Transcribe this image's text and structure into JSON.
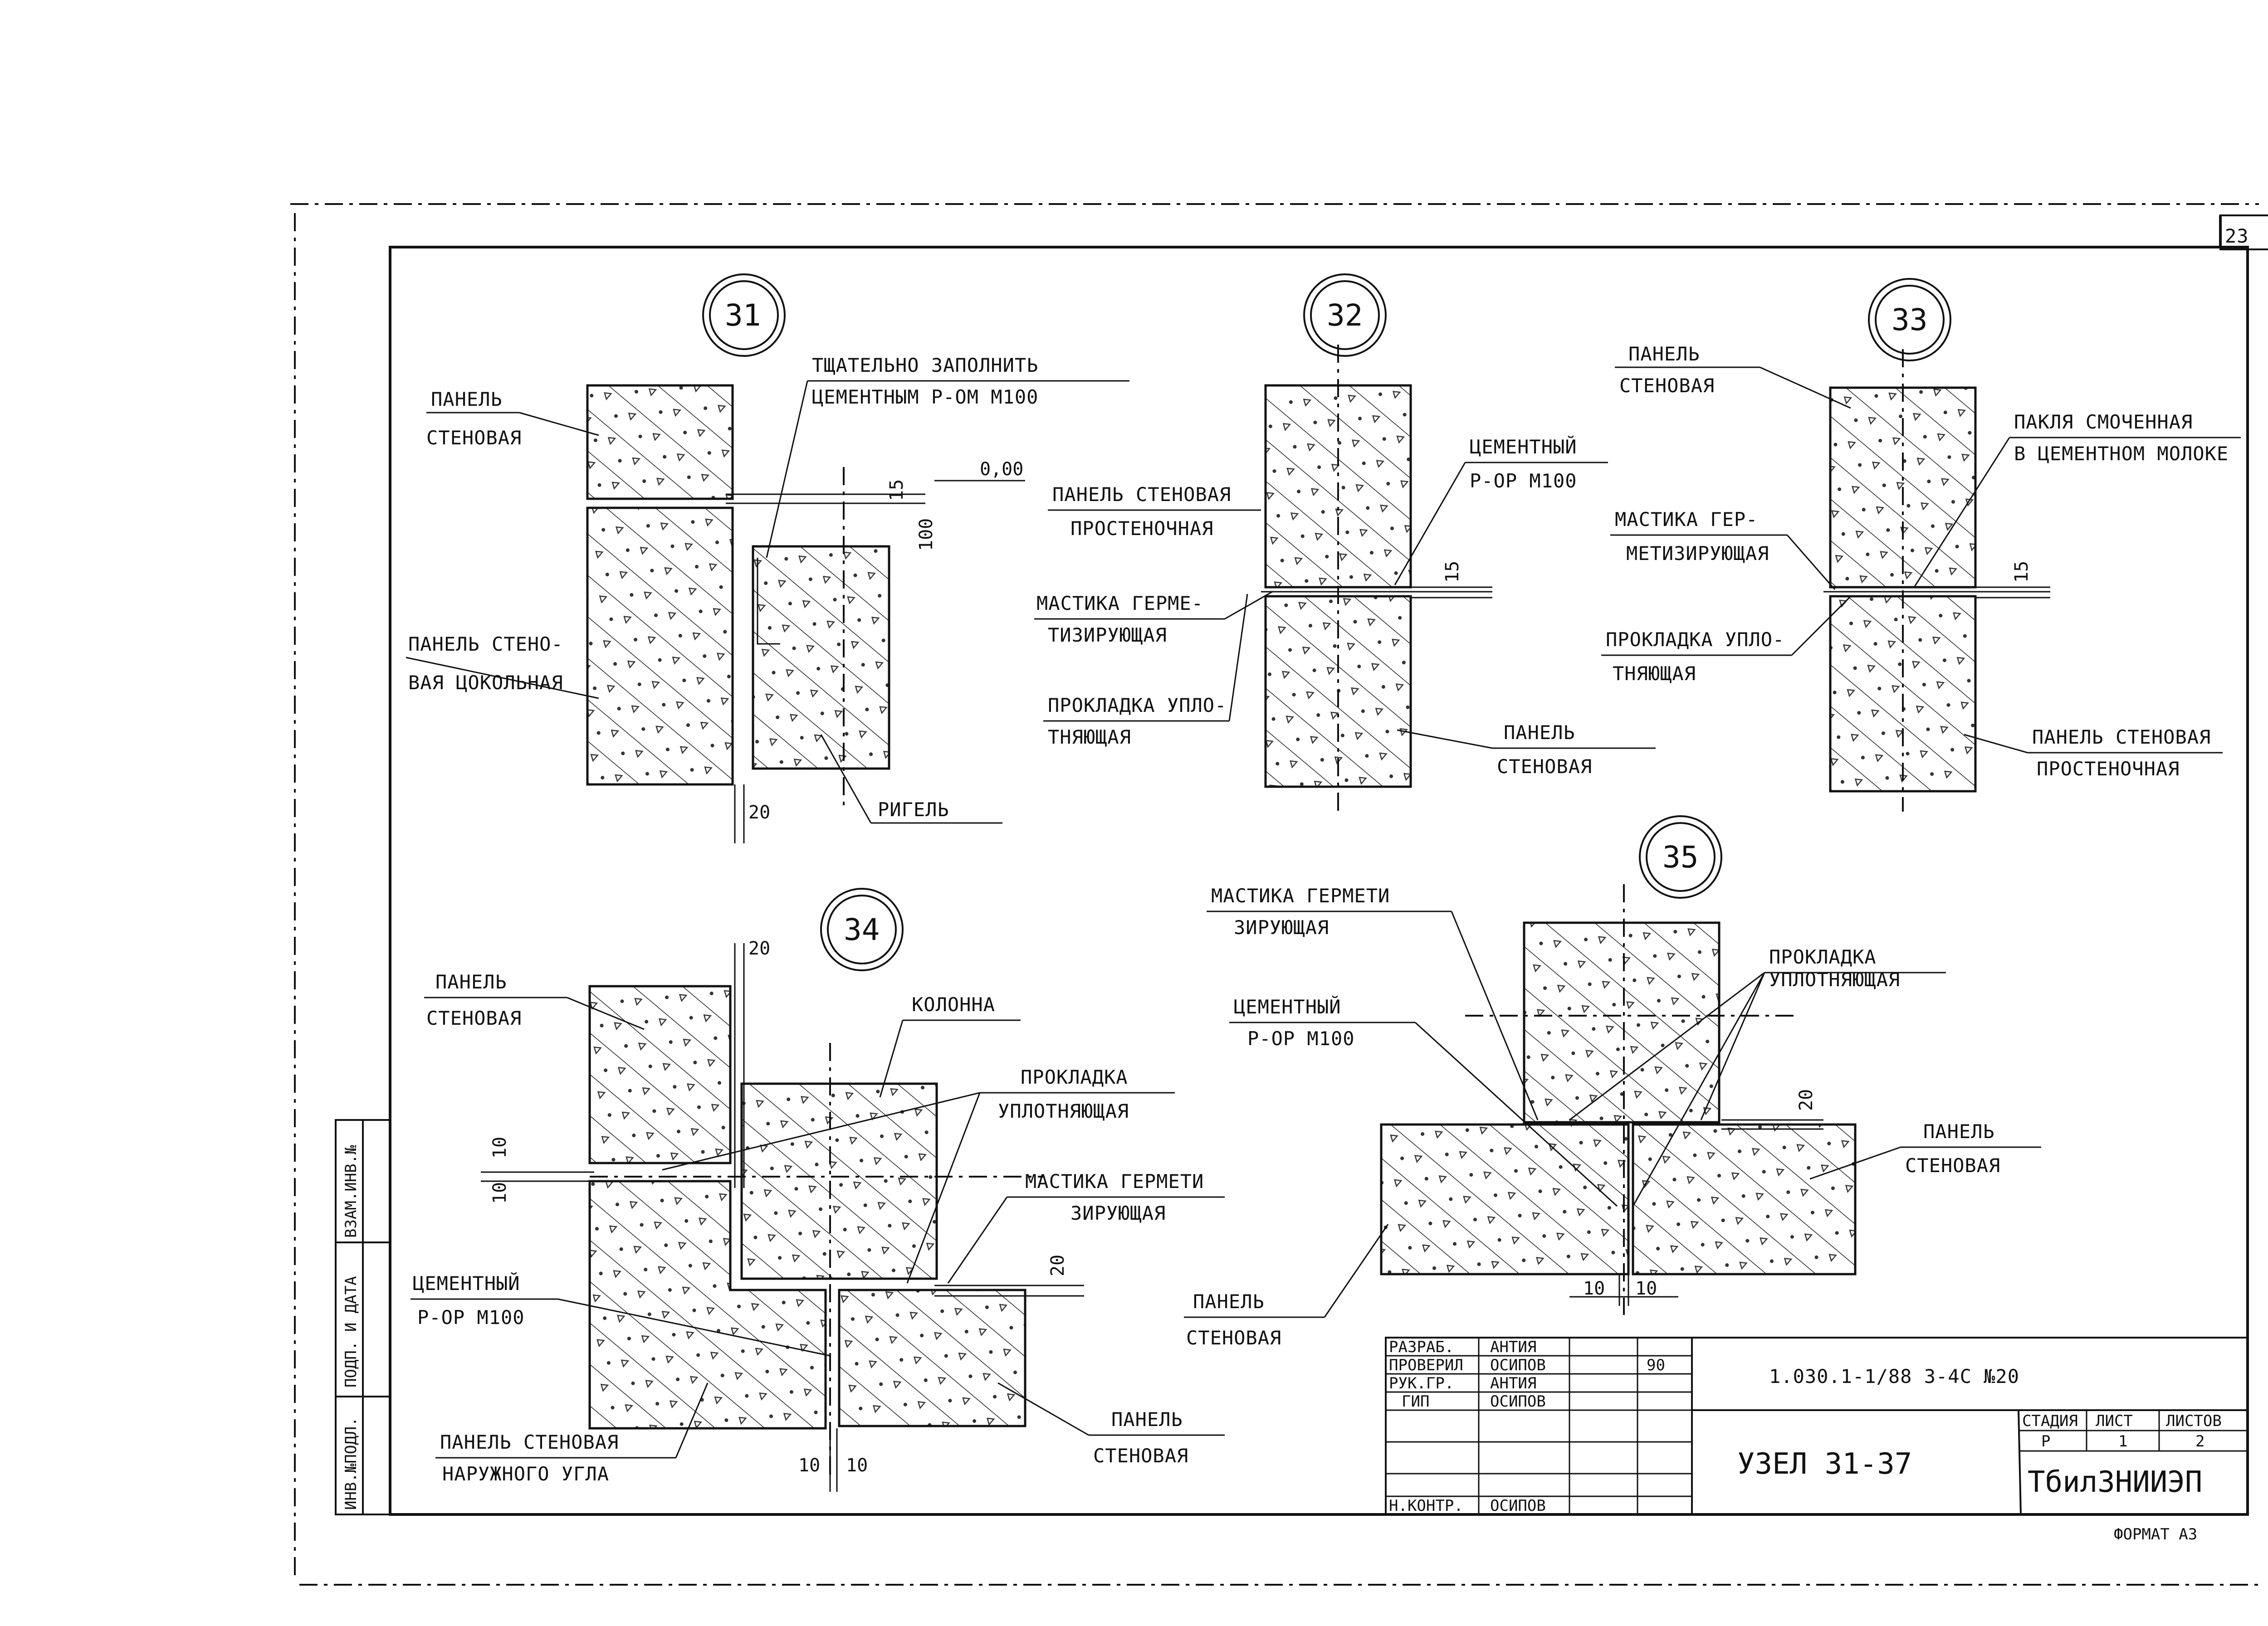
{
  "sheet": {
    "page_number": "23",
    "format": "ФОРМАТ А3",
    "side_stamp": [
      "ИНВ.№ПОДЛ.",
      "ПОДП. И ДАТА",
      "ВЗАМ.ИНВ.№"
    ]
  },
  "nodes": {
    "n31": {
      "number": "31",
      "labels": {
        "panel": [
          "ПАНЕЛЬ",
          "СТЕНОВАЯ"
        ],
        "fill_note": [
          "ТЩАТЕЛЬНО ЗАПОЛНИТЬ",
          "ЦЕМЕНТНЫМ Р-ОМ М100"
        ],
        "plinth_panel": [
          "ПАНЕЛЬ СТЕНО-",
          "ВАЯ ЦОКОЛЬНАЯ"
        ],
        "beam": "РИГЕЛЬ"
      },
      "dims": {
        "d15": "15",
        "d000": "0,00",
        "d100": "100",
        "d20": "20"
      }
    },
    "n32": {
      "number": "32",
      "labels": {
        "pier_panel": [
          "ПАНЕЛЬ СТЕНОВАЯ",
          "ПРОСТЕНОЧНАЯ"
        ],
        "mortar": [
          "ЦЕМЕНТНЫЙ",
          "Р-ОР М100"
        ],
        "mastic": [
          "МАСТИКА ГЕРМЕ-",
          "ТИЗИРУЮЩАЯ"
        ],
        "gasket": [
          "ПРОКЛАДКА УПЛО-",
          "ТНЯЮЩАЯ"
        ],
        "panel": [
          "ПАНЕЛЬ",
          "СТЕНОВАЯ"
        ]
      },
      "dims": {
        "d15": "15"
      }
    },
    "n33": {
      "number": "33",
      "labels": {
        "panel": [
          "ПАНЕЛЬ",
          "СТЕНОВАЯ"
        ],
        "tow": [
          "ПАКЛЯ СМОЧЕННАЯ",
          "В ЦЕМЕНТНОМ МОЛОКЕ"
        ],
        "mastic": [
          "МАСТИКА ГЕР-",
          "МЕТИЗИРУЮЩАЯ"
        ],
        "gasket": [
          "ПРОКЛАДКА УПЛО-",
          "ТНЯЮЩАЯ"
        ],
        "pier_panel": [
          "ПАНЕЛЬ СТЕНОВАЯ",
          "ПРОСТЕНОЧНАЯ"
        ]
      },
      "dims": {
        "d15": "15"
      }
    },
    "n34": {
      "number": "34",
      "labels": {
        "panel": [
          "ПАНЕЛЬ",
          "СТЕНОВАЯ"
        ],
        "column": "КОЛОННА",
        "gasket": [
          "ПРОКЛАДКА",
          "УПЛОТНЯЮЩАЯ"
        ],
        "mastic": [
          "МАСТИКА ГЕРМЕТИ",
          "ЗИРУЮЩАЯ"
        ],
        "mortar": [
          "ЦЕМЕНТНЫЙ",
          "Р-ОР М100"
        ],
        "corner_panel": [
          "ПАНЕЛЬ СТЕНОВАЯ",
          "НАРУЖНОГО УГЛА"
        ],
        "panel2": [
          "ПАНЕЛЬ",
          "СТЕНОВАЯ"
        ]
      },
      "dims": {
        "d20a": "20",
        "d10a": "10",
        "d10b": "10",
        "d20b": "20",
        "d10c": "10",
        "d10d": "10"
      }
    },
    "n35": {
      "number": "35",
      "labels": {
        "mastic": [
          "МАСТИКА ГЕРМЕТИ",
          "ЗИРУЮЩАЯ"
        ],
        "gasket": [
          "ПРОКЛАДКА",
          "УПЛОТНЯЮЩАЯ"
        ],
        "mortar": [
          "ЦЕМЕНТНЫЙ",
          "Р-ОР М100"
        ],
        "panel_r": [
          "ПАНЕЛЬ",
          "СТЕНОВАЯ"
        ],
        "panel_l": [
          "ПАНЕЛЬ",
          "СТЕНОВАЯ"
        ]
      },
      "dims": {
        "d20": "20",
        "d10a": "10",
        "d10b": "10"
      }
    }
  },
  "title_block": {
    "code": "1.030.1-1/88  3-4С №20",
    "title": "УЗЕЛ 31-37",
    "org": "ТбилЗНИИЭП",
    "rows": [
      {
        "role": "РАЗРАБ.",
        "name": "АНТИЯ"
      },
      {
        "role": "ПРОВЕРИЛ",
        "name": "ОСИПОВ"
      },
      {
        "role": "РУК.ГР.",
        "name": "АНТИЯ"
      },
      {
        "role": "ГИП",
        "name": "ОСИПОВ"
      },
      {
        "role": "",
        "name": ""
      },
      {
        "role": "",
        "name": ""
      },
      {
        "role": "Н.КОНТР.",
        "name": "ОСИПОВ"
      }
    ],
    "stage_head": "СТАДИЯ",
    "sheet_head": "ЛИСТ",
    "sheets_head": "ЛИСТОВ",
    "stage": "Р",
    "sheet": "1",
    "sheets": "2",
    "date": "90"
  }
}
